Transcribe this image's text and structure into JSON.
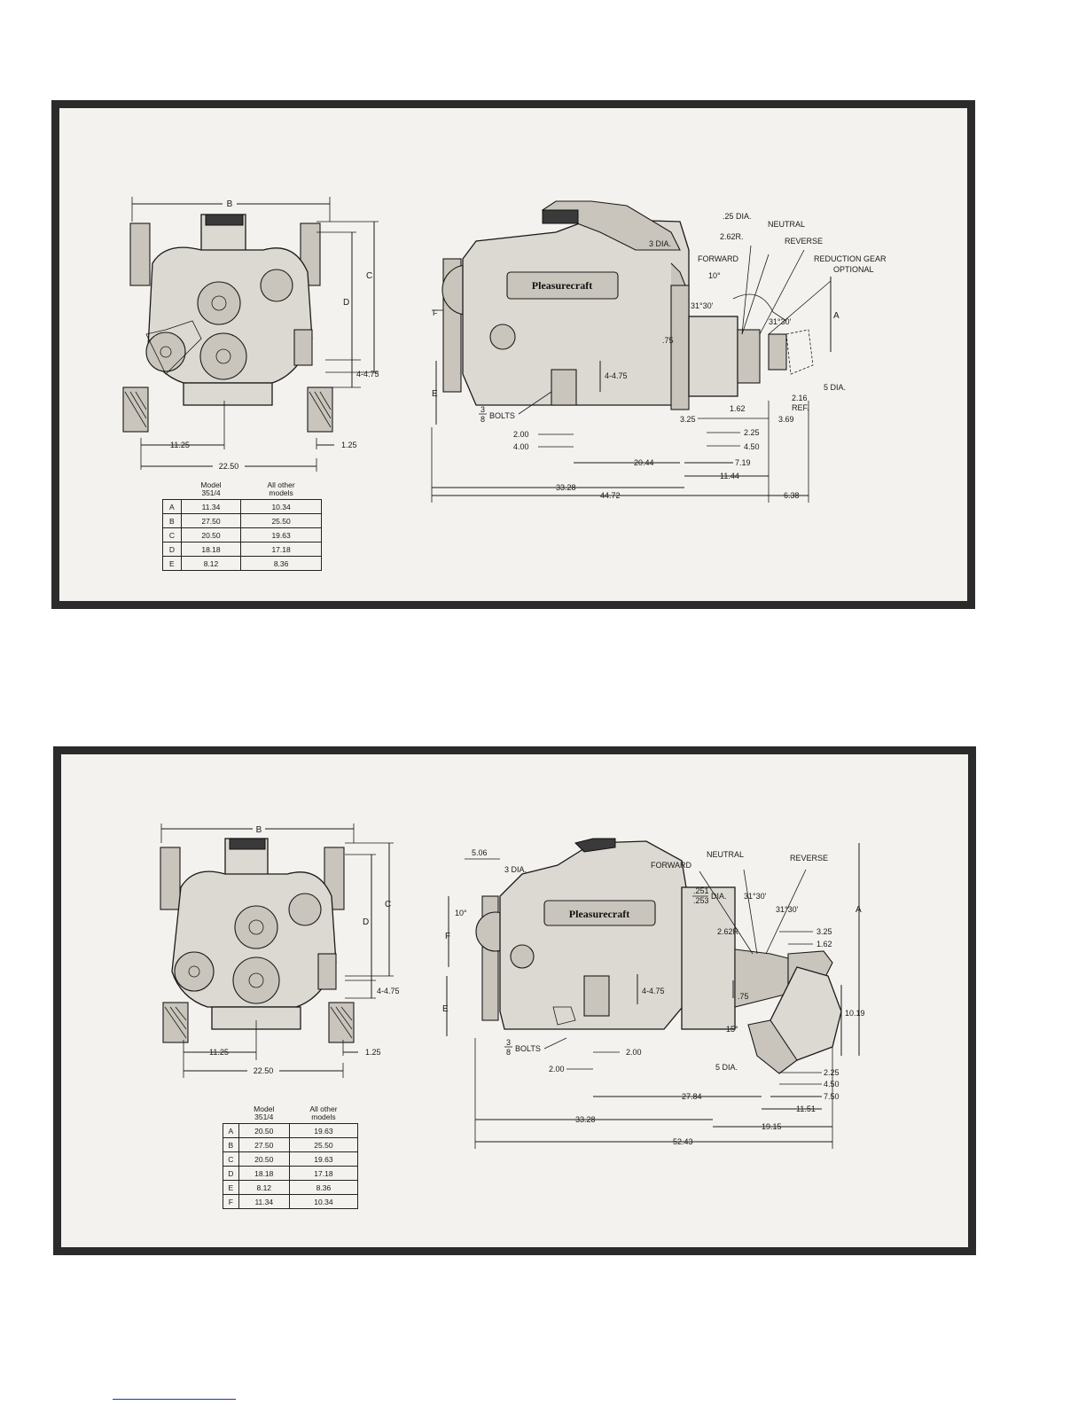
{
  "panel1": {
    "left": {
      "dims": {
        "B": "B",
        "C": "C",
        "D": "D",
        "h": "4-4.75",
        "w1": "11.25",
        "w2": "1.25",
        "w3": "22.50"
      },
      "table": {
        "header": [
          "",
          "Model\n351/4",
          "All other\nmodels"
        ],
        "rows": [
          [
            "A",
            "11.34",
            "10.34"
          ],
          [
            "B",
            "27.50",
            "25.50"
          ],
          [
            "C",
            "20.50",
            "19.63"
          ],
          [
            "D",
            "18.18",
            "17.18"
          ],
          [
            "E",
            "8.12",
            "8.36"
          ]
        ]
      }
    },
    "side": {
      "logo": "Pleasurecraft",
      "labels": {
        "dia25": ".25 DIA.",
        "neutral": "NEUTRAL",
        "r262": "2.62R.",
        "reverse": "REVERSE",
        "dia3": "3 DIA.",
        "forward": "FORWARD",
        "reduction1": "REDUCTION GEAR",
        "reduction2": "OPTIONAL",
        "deg10": "10°",
        "ang1": "31°30'",
        "ang2": "31°30'",
        "A": "A",
        "F": "F",
        "d75": ".75",
        "E": "E",
        "d4475": "4-4.75",
        "dia5": "5 DIA.",
        "ref1": "2.16",
        "ref2": "REF.",
        "bolts": "BOLTS",
        "frac_n": "3",
        "frac_d": "8",
        "d162": "1.62",
        "d325": "3.25",
        "d369": "3.69",
        "d200": "2.00",
        "d225": "2.25",
        "d400": "4.00",
        "d450": "4.50",
        "d2044": "20.44",
        "d719": "7.19",
        "d1144": "11.44",
        "d3328": "33.28",
        "d4472": "44.72",
        "d638": "6.38"
      }
    }
  },
  "panel2": {
    "left": {
      "dims": {
        "B": "B",
        "C": "C",
        "D": "D",
        "h": "4-4.75",
        "w1": "11.25",
        "w2": "1.25",
        "w3": "22.50"
      },
      "table": {
        "header": [
          "",
          "Model\n351/4",
          "All other\nmodels"
        ],
        "rows": [
          [
            "A",
            "20.50",
            "19.63"
          ],
          [
            "B",
            "27.50",
            "25.50"
          ],
          [
            "C",
            "20.50",
            "19.63"
          ],
          [
            "D",
            "18.18",
            "17.18"
          ],
          [
            "E",
            "8.12",
            "8.36"
          ],
          [
            "F",
            "11.34",
            "10.34"
          ]
        ]
      }
    },
    "side": {
      "logo": "Pleasurecraft",
      "labels": {
        "d506": "5.06",
        "dia3": "3 DIA.",
        "forward": "FORWARD",
        "neutral": "NEUTRAL",
        "reverse": "REVERSE",
        "dia251": ".251",
        "dia253": ".253",
        "dia": "DIA.",
        "ang1": "31°30'",
        "ang2": "31°30'",
        "deg10": "10°",
        "F": "F",
        "r262": "2.62R.",
        "d325": "3.25",
        "d162": "1.62",
        "A": "A",
        "E": "E",
        "d4475": "4-4.75",
        "d75": ".75",
        "d1019": "10.19",
        "deg15": "15°",
        "dia5": "5 DIA.",
        "bolts": "BOLTS",
        "frac_n": "3",
        "frac_d": "8",
        "d200a": "2.00",
        "d200b": "2.00",
        "d225": "2.25",
        "d450": "4.50",
        "d2784": "27.84",
        "d750": "7.50",
        "d1151": "11.51",
        "d3328": "33.28",
        "d1915": "19.15",
        "d5243": "52.43"
      }
    }
  }
}
